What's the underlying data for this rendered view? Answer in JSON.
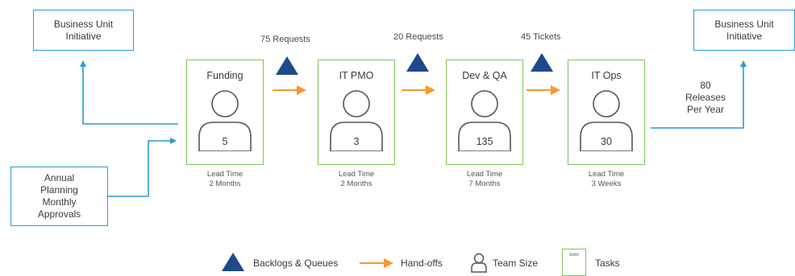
{
  "business_unit_left": {
    "label": "Business Unit\nInitiative"
  },
  "business_unit_right": {
    "label": "Business Unit\nInitiative"
  },
  "planning": {
    "label": "Annual\nPlanning\nMonthly\nApprovals"
  },
  "stages": [
    {
      "title": "Funding",
      "team_size": "5",
      "lead_time_line1": "Lead Time",
      "lead_time_line2": "2 Months"
    },
    {
      "title": "IT PMO",
      "team_size": "3",
      "lead_time_line1": "Lead Time",
      "lead_time_line2": "2 Months"
    },
    {
      "title": "Dev & QA",
      "team_size": "135",
      "lead_time_line1": "Lead Time",
      "lead_time_line2": "7 Months"
    },
    {
      "title": "IT Ops",
      "team_size": "30",
      "lead_time_line1": "Lead Time",
      "lead_time_line2": "3 Weeks"
    }
  ],
  "queues": [
    {
      "label": "75 Requests"
    },
    {
      "label": "20 Requests"
    },
    {
      "label": "45 Tickets"
    }
  ],
  "output": {
    "label": "80\nReleases\nPer Year"
  },
  "legend": {
    "backlogs": "Backlogs & Queues",
    "handoffs": "Hand-offs",
    "team_size": "Team Size",
    "tasks_box": "xxxx",
    "tasks": "Tasks"
  },
  "colors": {
    "blue_line": "#2a9ad6",
    "green_box": "#7fc653",
    "orange_arrow": "#f39a2b",
    "navy_triangle": "#1f4a8a",
    "person": "#555555"
  }
}
